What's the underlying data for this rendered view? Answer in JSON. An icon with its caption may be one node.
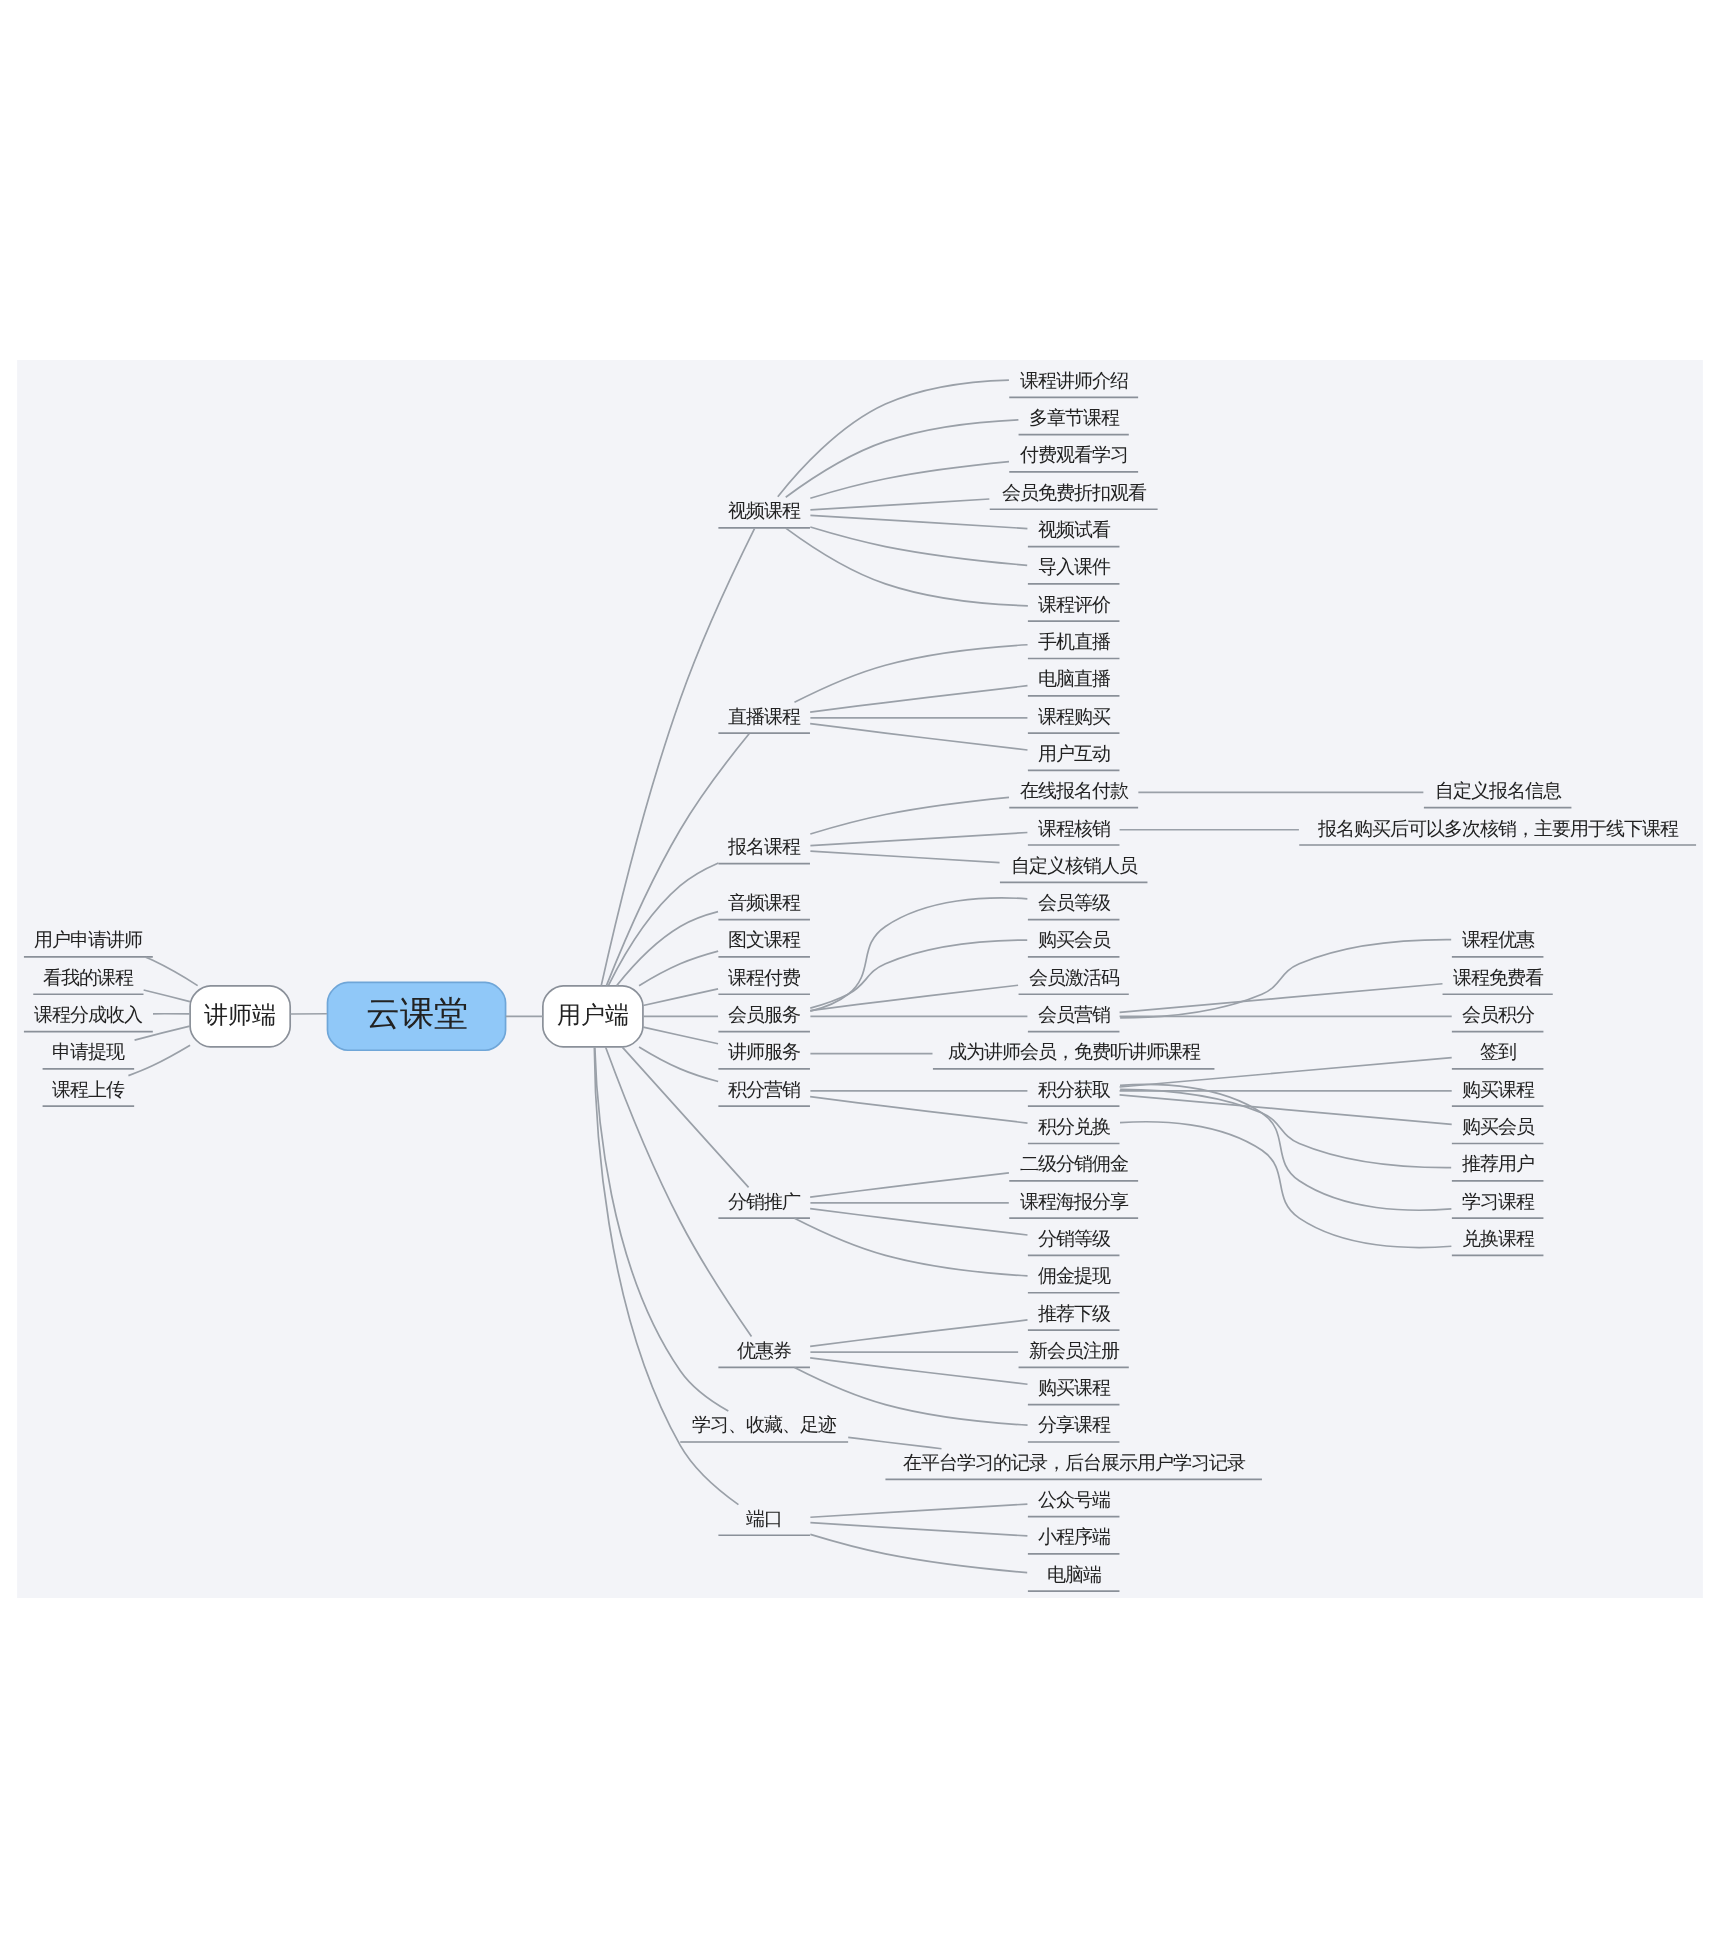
{
  "diagram": {
    "nodes": [
      {
        "text": [
          "云课堂"
        ]
      },
      {
        "text": [
          "讲师端"
        ]
      },
      {
        "text": [
          "用户申请讲师"
        ]
      },
      {
        "text": [
          "看我的课程"
        ]
      },
      {
        "text": [
          "课程分成收入"
        ]
      },
      {
        "text": [
          "申请提现"
        ]
      },
      {
        "text": [
          "课程上传"
        ]
      },
      {
        "text": [
          "用户端"
        ]
      },
      {
        "text": [
          "视频课程"
        ]
      },
      {
        "text": [
          "课程讲师介绍"
        ]
      },
      {
        "text": [
          "多章节课程"
        ]
      },
      {
        "text": [
          "付费观看学习"
        ]
      },
      {
        "text": [
          "会员免费折扣观看"
        ]
      },
      {
        "text": [
          "视频试看"
        ]
      },
      {
        "text": [
          "导入课件"
        ]
      },
      {
        "text": [
          "课程评价"
        ]
      },
      {
        "text": [
          "直播课程"
        ]
      },
      {
        "text": [
          "手机直播"
        ]
      },
      {
        "text": [
          "电脑直播"
        ]
      },
      {
        "text": [
          "课程购买"
        ]
      },
      {
        "text": [
          "用户互动"
        ]
      },
      {
        "text": [
          "报名课程"
        ]
      },
      {
        "text": [
          "在线报名付款"
        ]
      },
      {
        "text": [
          "自定义报名信息"
        ]
      },
      {
        "text": [
          "课程核销"
        ]
      },
      {
        "text": [
          "报名购买后可以多次核销，主要用于线下课程"
        ]
      },
      {
        "text": [
          "自定义核销人员"
        ]
      },
      {
        "text": [
          "音频课程"
        ]
      },
      {
        "text": [
          "图文课程"
        ]
      },
      {
        "text": [
          "课程付费"
        ]
      },
      {
        "text": [
          "会员服务"
        ]
      },
      {
        "text": [
          "会员等级"
        ]
      },
      {
        "text": [
          "购买会员"
        ]
      },
      {
        "text": [
          "会员激活码"
        ]
      },
      {
        "text": [
          "会员营销"
        ]
      },
      {
        "text": [
          "课程优惠"
        ]
      },
      {
        "text": [
          "课程免费看"
        ]
      },
      {
        "text": [
          "会员积分"
        ]
      },
      {
        "text": [
          "讲师服务"
        ]
      },
      {
        "text": [
          "成为讲师会员，免费听讲师课程"
        ]
      },
      {
        "text": [
          "积分营销"
        ]
      },
      {
        "text": [
          "积分获取"
        ]
      },
      {
        "text": [
          "签到"
        ]
      },
      {
        "text": [
          "购买课程"
        ]
      },
      {
        "text": [
          "购买会员"
        ]
      },
      {
        "text": [
          "推荐用户"
        ]
      },
      {
        "text": [
          "学习课程"
        ]
      },
      {
        "text": [
          "积分兑换"
        ]
      },
      {
        "text": [
          "兑换课程"
        ]
      },
      {
        "text": [
          "分销推广"
        ]
      },
      {
        "text": [
          "二级分销佣金"
        ]
      },
      {
        "text": [
          "课程海报分享"
        ]
      },
      {
        "text": [
          "分销等级"
        ]
      },
      {
        "text": [
          "佣金提现"
        ]
      },
      {
        "text": [
          "优惠券"
        ]
      },
      {
        "text": [
          "推荐下级"
        ]
      },
      {
        "text": [
          "新会员注册"
        ]
      },
      {
        "text": [
          "购买课程"
        ]
      },
      {
        "text": [
          "分享课程"
        ]
      },
      {
        "text": [
          "学习、收藏、足迹"
        ]
      },
      {
        "text": [
          "在平台学习的记录，后台展示用户学习记录"
        ]
      },
      {
        "text": [
          "端口"
        ]
      },
      {
        "text": [
          "公众号端"
        ]
      },
      {
        "text": [
          "小程序端"
        ]
      },
      {
        "text": [
          "电脑端"
        ]
      }
    ],
    "edges": [
      {
        "from": 0,
        "to": 1,
        "arrow": "none"
      },
      {
        "from": 1,
        "to": 2,
        "arrow": "none"
      },
      {
        "from": 1,
        "to": 3,
        "arrow": "none"
      },
      {
        "from": 1,
        "to": 4,
        "arrow": "none"
      },
      {
        "from": 1,
        "to": 5,
        "arrow": "none"
      },
      {
        "from": 1,
        "to": 6,
        "arrow": "none"
      },
      {
        "from": 0,
        "to": 7,
        "arrow": "none"
      },
      {
        "from": 7,
        "to": 8,
        "arrow": "none"
      },
      {
        "from": 8,
        "to": 9,
        "arrow": "none"
      },
      {
        "from": 8,
        "to": 10,
        "arrow": "none"
      },
      {
        "from": 8,
        "to": 11,
        "arrow": "none"
      },
      {
        "from": 8,
        "to": 12,
        "arrow": "none"
      },
      {
        "from": 8,
        "to": 13,
        "arrow": "none"
      },
      {
        "from": 8,
        "to": 14,
        "arrow": "none"
      },
      {
        "from": 8,
        "to": 15,
        "arrow": "none"
      },
      {
        "from": 7,
        "to": 16,
        "arrow": "none"
      },
      {
        "from": 16,
        "to": 17,
        "arrow": "none"
      },
      {
        "from": 16,
        "to": 18,
        "arrow": "none"
      },
      {
        "from": 16,
        "to": 19,
        "arrow": "none"
      },
      {
        "from": 16,
        "to": 20,
        "arrow": "none"
      },
      {
        "from": 7,
        "to": 21,
        "arrow": "none"
      },
      {
        "from": 21,
        "to": 22,
        "arrow": "none"
      },
      {
        "from": 22,
        "to": 23,
        "arrow": "none"
      },
      {
        "from": 21,
        "to": 24,
        "arrow": "none"
      },
      {
        "from": 24,
        "to": 25,
        "arrow": "none"
      },
      {
        "from": 21,
        "to": 26,
        "arrow": "none"
      },
      {
        "from": 7,
        "to": 27,
        "arrow": "none"
      },
      {
        "from": 7,
        "to": 28,
        "arrow": "none"
      },
      {
        "from": 7,
        "to": 29,
        "arrow": "none"
      },
      {
        "from": 7,
        "to": 30,
        "arrow": "none"
      },
      {
        "from": 30,
        "to": 31,
        "arrow": "none"
      },
      {
        "from": 30,
        "to": 32,
        "arrow": "none"
      },
      {
        "from": 30,
        "to": 33,
        "arrow": "none"
      },
      {
        "from": 30,
        "to": 34,
        "arrow": "none"
      },
      {
        "from": 34,
        "to": 35,
        "arrow": "none"
      },
      {
        "from": 34,
        "to": 36,
        "arrow": "none"
      },
      {
        "from": 34,
        "to": 37,
        "arrow": "none"
      },
      {
        "from": 7,
        "to": 38,
        "arrow": "none"
      },
      {
        "from": 38,
        "to": 39,
        "arrow": "none"
      },
      {
        "from": 7,
        "to": 40,
        "arrow": "none"
      },
      {
        "from": 40,
        "to": 41,
        "arrow": "none"
      },
      {
        "from": 41,
        "to": 42,
        "arrow": "none"
      },
      {
        "from": 41,
        "to": 43,
        "arrow": "none"
      },
      {
        "from": 41,
        "to": 44,
        "arrow": "none"
      },
      {
        "from": 41,
        "to": 45,
        "arrow": "none"
      },
      {
        "from": 41,
        "to": 46,
        "arrow": "none"
      },
      {
        "from": 40,
        "to": 47,
        "arrow": "none"
      },
      {
        "from": 47,
        "to": 48,
        "arrow": "none"
      },
      {
        "from": 7,
        "to": 49,
        "arrow": "none"
      },
      {
        "from": 49,
        "to": 50,
        "arrow": "none"
      },
      {
        "from": 49,
        "to": 51,
        "arrow": "none"
      },
      {
        "from": 49,
        "to": 52,
        "arrow": "none"
      },
      {
        "from": 49,
        "to": 53,
        "arrow": "none"
      },
      {
        "from": 7,
        "to": 54,
        "arrow": "none"
      },
      {
        "from": 54,
        "to": 55,
        "arrow": "none"
      },
      {
        "from": 54,
        "to": 56,
        "arrow": "none"
      },
      {
        "from": 54,
        "to": 57,
        "arrow": "none"
      },
      {
        "from": 54,
        "to": 58,
        "arrow": "none"
      },
      {
        "from": 7,
        "to": 59,
        "arrow": "none"
      },
      {
        "from": 59,
        "to": 60,
        "arrow": "none"
      },
      {
        "from": 7,
        "to": 61,
        "arrow": "none"
      },
      {
        "from": 61,
        "to": 62,
        "arrow": "none"
      },
      {
        "from": 61,
        "to": 63,
        "arrow": "none"
      },
      {
        "from": 61,
        "to": 64,
        "arrow": "none"
      }
    ]
  }
}
